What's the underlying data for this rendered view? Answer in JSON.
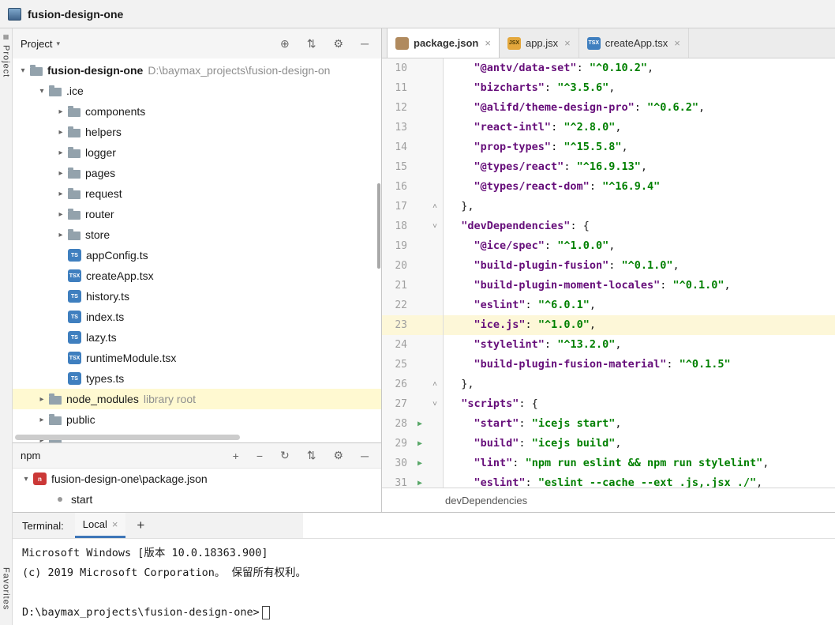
{
  "window": {
    "title": "fusion-design-one"
  },
  "left_strip": {
    "top_label": "Project",
    "bottom_label": "Favorites",
    "tool_glyph": "▦"
  },
  "project_panel": {
    "title": "Project",
    "dropdown_glyph": "▾",
    "header_icons": [
      {
        "name": "locate-file-icon",
        "glyph": "⊕"
      },
      {
        "name": "collapse-all-icon",
        "glyph": "⇅"
      },
      {
        "name": "settings-icon",
        "glyph": "⚙"
      },
      {
        "name": "hide-panel-icon",
        "glyph": "─"
      }
    ],
    "tree": [
      {
        "label": "fusion-design-one",
        "path": " D:\\baymax_projects\\fusion-design-on",
        "depth": 0,
        "chevron": "down",
        "icon": "folder",
        "bold": true
      },
      {
        "label": ".ice",
        "depth": 1,
        "chevron": "down",
        "icon": "folder"
      },
      {
        "label": "components",
        "depth": 2,
        "chevron": "right",
        "icon": "folder"
      },
      {
        "label": "helpers",
        "depth": 2,
        "chevron": "right",
        "icon": "folder"
      },
      {
        "label": "logger",
        "depth": 2,
        "chevron": "right",
        "icon": "folder"
      },
      {
        "label": "pages",
        "depth": 2,
        "chevron": "right",
        "icon": "folder"
      },
      {
        "label": "request",
        "depth": 2,
        "chevron": "right",
        "icon": "folder"
      },
      {
        "label": "router",
        "depth": 2,
        "chevron": "right",
        "icon": "folder"
      },
      {
        "label": "store",
        "depth": 2,
        "chevron": "right",
        "icon": "folder"
      },
      {
        "label": "appConfig.ts",
        "depth": 2,
        "icon": "ts",
        "badge": "TS"
      },
      {
        "label": "createApp.tsx",
        "depth": 2,
        "icon": "tsx",
        "badge": "TSX"
      },
      {
        "label": "history.ts",
        "depth": 2,
        "icon": "ts",
        "badge": "TS"
      },
      {
        "label": "index.ts",
        "depth": 2,
        "icon": "ts",
        "badge": "TS"
      },
      {
        "label": "lazy.ts",
        "depth": 2,
        "icon": "ts",
        "badge": "TS"
      },
      {
        "label": "runtimeModule.tsx",
        "depth": 2,
        "icon": "tsx",
        "badge": "TSX"
      },
      {
        "label": "types.ts",
        "depth": 2,
        "icon": "ts",
        "badge": "TS"
      },
      {
        "label": "node_modules",
        "extra": " library root",
        "depth": 1,
        "chevron": "right",
        "icon": "folder",
        "highlight": true
      },
      {
        "label": "public",
        "depth": 1,
        "chevron": "right",
        "icon": "folder"
      },
      {
        "label": "",
        "depth": 1,
        "chevron": "right",
        "icon": "folder",
        "partial": true
      }
    ]
  },
  "npm_panel": {
    "title": "npm",
    "header_icons": [
      {
        "name": "add-icon",
        "glyph": "+"
      },
      {
        "name": "remove-icon",
        "glyph": "−"
      },
      {
        "name": "refresh-icon",
        "glyph": "↻"
      },
      {
        "name": "collapse-all-icon",
        "glyph": "⇅"
      },
      {
        "name": "settings-icon",
        "glyph": "⚙"
      },
      {
        "name": "hide-panel-icon",
        "glyph": "─"
      }
    ],
    "rows": [
      {
        "icon": "npm",
        "badge": "n",
        "label": "fusion-design-one\\package.json",
        "chevron": "down",
        "depth": 0
      },
      {
        "icon": "dot",
        "label": "start",
        "depth": 1
      }
    ]
  },
  "editor": {
    "tabs": [
      {
        "label": "package.json",
        "icon": "pkg",
        "badge": "",
        "close_glyph": "×",
        "active": true
      },
      {
        "label": "app.jsx",
        "icon": "jsx",
        "badge": "JSX",
        "close_glyph": "×",
        "active": false
      },
      {
        "label": "createApp.tsx",
        "icon": "tsx",
        "badge": "TSX",
        "close_glyph": "×",
        "active": false
      }
    ],
    "breadcrumb": "devDependencies",
    "glyphs": {
      "run": "▶",
      "fold_start": "˅",
      "fold_end": "˄"
    },
    "lines": [
      {
        "num": 10,
        "indent": 4,
        "tokens": [
          [
            "key",
            "\"@antv/data-set\""
          ],
          [
            "p",
            ": "
          ],
          [
            "str",
            "\"^0.10.2\""
          ],
          [
            "p",
            ","
          ]
        ]
      },
      {
        "num": 11,
        "indent": 4,
        "tokens": [
          [
            "key",
            "\"bizcharts\""
          ],
          [
            "p",
            ": "
          ],
          [
            "str",
            "\"^3.5.6\""
          ],
          [
            "p",
            ","
          ]
        ]
      },
      {
        "num": 12,
        "indent": 4,
        "tokens": [
          [
            "key",
            "\"@alifd/theme-design-pro\""
          ],
          [
            "p",
            ": "
          ],
          [
            "str",
            "\"^0.6.2\""
          ],
          [
            "p",
            ","
          ]
        ]
      },
      {
        "num": 13,
        "indent": 4,
        "tokens": [
          [
            "key",
            "\"react-intl\""
          ],
          [
            "p",
            ": "
          ],
          [
            "str",
            "\"^2.8.0\""
          ],
          [
            "p",
            ","
          ]
        ]
      },
      {
        "num": 14,
        "indent": 4,
        "tokens": [
          [
            "key",
            "\"prop-types\""
          ],
          [
            "p",
            ": "
          ],
          [
            "str",
            "\"^15.5.8\""
          ],
          [
            "p",
            ","
          ]
        ]
      },
      {
        "num": 15,
        "indent": 4,
        "tokens": [
          [
            "key",
            "\"@types/react\""
          ],
          [
            "p",
            ": "
          ],
          [
            "str",
            "\"^16.9.13\""
          ],
          [
            "p",
            ","
          ]
        ]
      },
      {
        "num": 16,
        "indent": 4,
        "tokens": [
          [
            "key",
            "\"@types/react-dom\""
          ],
          [
            "p",
            ": "
          ],
          [
            "str",
            "\"^16.9.4\""
          ]
        ]
      },
      {
        "num": 17,
        "indent": 2,
        "fold": "end",
        "tokens": [
          [
            "p",
            "},"
          ]
        ]
      },
      {
        "num": 18,
        "indent": 2,
        "fold": "start",
        "tokens": [
          [
            "key",
            "\"devDependencies\""
          ],
          [
            "p",
            ": {"
          ]
        ]
      },
      {
        "num": 19,
        "indent": 4,
        "tokens": [
          [
            "key",
            "\"@ice/spec\""
          ],
          [
            "p",
            ": "
          ],
          [
            "str",
            "\"^1.0.0\""
          ],
          [
            "p",
            ","
          ]
        ]
      },
      {
        "num": 20,
        "indent": 4,
        "tokens": [
          [
            "key",
            "\"build-plugin-fusion\""
          ],
          [
            "p",
            ": "
          ],
          [
            "str",
            "\"^0.1.0\""
          ],
          [
            "p",
            ","
          ]
        ]
      },
      {
        "num": 21,
        "indent": 4,
        "tokens": [
          [
            "key",
            "\"build-plugin-moment-locales\""
          ],
          [
            "p",
            ": "
          ],
          [
            "str",
            "\"^0.1.0\""
          ],
          [
            "p",
            ","
          ]
        ]
      },
      {
        "num": 22,
        "indent": 4,
        "tokens": [
          [
            "key",
            "\"eslint\""
          ],
          [
            "p",
            ": "
          ],
          [
            "str",
            "\"^6.0.1\""
          ],
          [
            "p",
            ","
          ]
        ]
      },
      {
        "num": 23,
        "indent": 4,
        "caret": true,
        "tokens": [
          [
            "key",
            "\"ice.js\""
          ],
          [
            "p",
            ": "
          ],
          [
            "str",
            "\"^1.0.0\""
          ],
          [
            "p",
            ","
          ]
        ]
      },
      {
        "num": 24,
        "indent": 4,
        "tokens": [
          [
            "key",
            "\"stylelint\""
          ],
          [
            "p",
            ": "
          ],
          [
            "str",
            "\"^13.2.0\""
          ],
          [
            "p",
            ","
          ]
        ]
      },
      {
        "num": 25,
        "indent": 4,
        "tokens": [
          [
            "key",
            "\"build-plugin-fusion-material\""
          ],
          [
            "p",
            ": "
          ],
          [
            "str",
            "\"^0.1.5\""
          ]
        ]
      },
      {
        "num": 26,
        "indent": 2,
        "fold": "end",
        "tokens": [
          [
            "p",
            "},"
          ]
        ]
      },
      {
        "num": 27,
        "indent": 2,
        "fold": "start",
        "tokens": [
          [
            "key",
            "\"scripts\""
          ],
          [
            "p",
            ": {"
          ]
        ]
      },
      {
        "num": 28,
        "indent": 4,
        "run": true,
        "tokens": [
          [
            "key",
            "\"start\""
          ],
          [
            "p",
            ": "
          ],
          [
            "str",
            "\"icejs start\""
          ],
          [
            "p",
            ","
          ]
        ]
      },
      {
        "num": 29,
        "indent": 4,
        "run": true,
        "tokens": [
          [
            "key",
            "\"build\""
          ],
          [
            "p",
            ": "
          ],
          [
            "str",
            "\"icejs build\""
          ],
          [
            "p",
            ","
          ]
        ]
      },
      {
        "num": 30,
        "indent": 4,
        "run": true,
        "tokens": [
          [
            "key",
            "\"lint\""
          ],
          [
            "p",
            ": "
          ],
          [
            "str",
            "\"npm run eslint && npm run stylelint\""
          ],
          [
            "p",
            ","
          ]
        ]
      },
      {
        "num": 31,
        "indent": 4,
        "run": true,
        "tokens": [
          [
            "key",
            "\"eslint\""
          ],
          [
            "p",
            ": "
          ],
          [
            "str",
            "\"eslint --cache --ext .js,.jsx ./\""
          ],
          [
            "p",
            ","
          ]
        ]
      }
    ]
  },
  "terminal": {
    "label": "Terminal:",
    "tab": "Local",
    "close_glyph": "×",
    "add_glyph": "+",
    "lines": [
      "Microsoft Windows [版本 10.0.18363.900]",
      "(c) 2019 Microsoft Corporation。 保留所有权利。",
      "",
      "D:\\baymax_projects\\fusion-design-one>"
    ],
    "cursor": true
  }
}
